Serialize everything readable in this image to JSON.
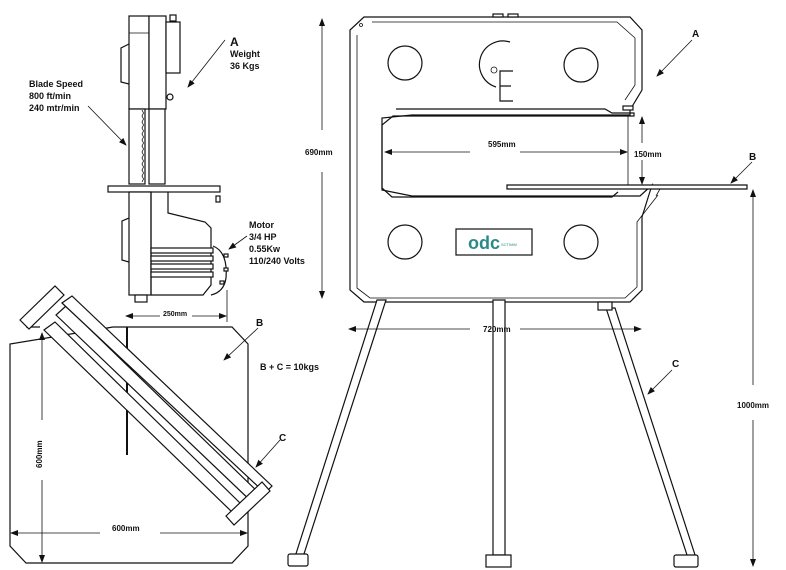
{
  "title": "Bandsaw specification drawing",
  "side_view": {
    "label_a": "A",
    "weight_label": "Weight",
    "weight_value": "36 Kgs",
    "blade_speed": {
      "title": "Blade Speed",
      "line1": "800 ft/min",
      "line2": "240 mtr/min"
    },
    "motor": {
      "title": "Motor",
      "hp": "3/4 HP",
      "kw": "0.55Kw",
      "volts": "110/240 Volts"
    },
    "depth_dim": "250mm"
  },
  "packed_view": {
    "label_b": "B",
    "label_c": "C",
    "combined_weight": "B + C = 10kgs",
    "height_dim": "600mm",
    "width_dim": "600mm"
  },
  "front_view": {
    "label_a": "A",
    "label_b": "B",
    "label_c": "C",
    "height_dim": "690mm",
    "throat_dim": "595mm",
    "cut_height_dim": "150mm",
    "leg_span_dim": "720mm",
    "overall_height_dim": "1000mm",
    "logo_text": "odc",
    "logo_sub": "SCTIMM",
    "logo_color": "#2a8a8a"
  }
}
